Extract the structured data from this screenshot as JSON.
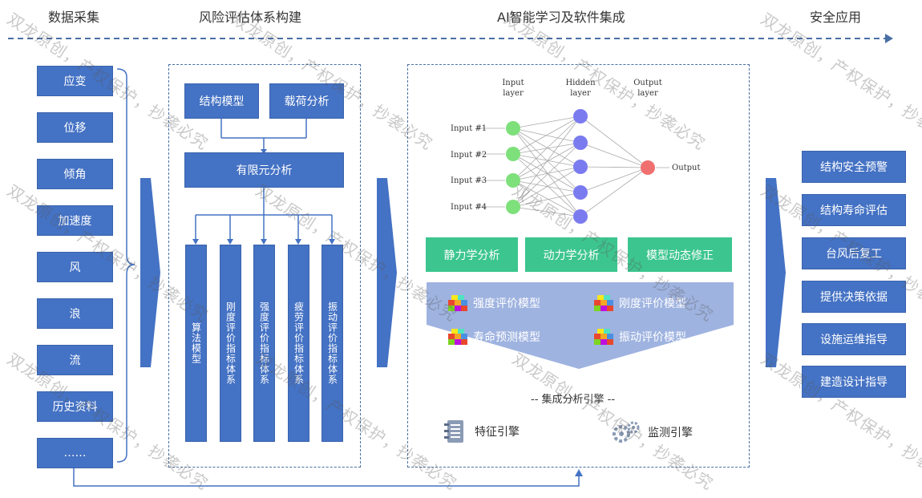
{
  "headers": {
    "data_collection": "数据采集",
    "risk_system": "风险评估体系构建",
    "ai_integration": "AI智能学习及软件集成",
    "safety_app": "安全应用"
  },
  "data_items": [
    "应变",
    "位移",
    "倾角",
    "加速度",
    "风",
    "浪",
    "流",
    "历史资料",
    "……"
  ],
  "risk": {
    "structure_model": "结构模型",
    "load_analysis": "载荷分析",
    "fem": "有限元分析",
    "vertical": [
      "算法模型",
      "刚度评价指标体系",
      "强度评价指标体系",
      "疲劳评价指标体系",
      "振动评价指标体系"
    ]
  },
  "ai": {
    "nn": {
      "input_layer": [
        "Input",
        "layer"
      ],
      "hidden_layer": [
        "Hidden",
        "layer"
      ],
      "output_layer": [
        "Output",
        "layer"
      ],
      "inputs": [
        "Input #1",
        "Input #2",
        "Input #3",
        "Input #4"
      ],
      "output": "Output"
    },
    "analyses": [
      "静力学分析",
      "动力学分析",
      "模型动态修正"
    ],
    "models": [
      "强度评价模型",
      "刚度评价模型",
      "寿命预测模型",
      "振动评价模型"
    ],
    "engine_title": "-- 集成分析引擎 --",
    "feature_engine": "特征引擎",
    "monitor_engine": "监测引擎"
  },
  "safety_items": [
    "结构安全预警",
    "结构寿命评估",
    "台风后复工",
    "提供决策依据",
    "设施运维指导",
    "建造设计指导"
  ],
  "watermark": "双龙原创，产权保护，抄袭必究",
  "colors": {
    "blue": "#4472c4",
    "green": "#3cc58f",
    "panel": "#9fb3e0",
    "dashed": "#4a6fa5",
    "nn_green": "#7ee07a",
    "nn_blue": "#7b7bf0",
    "nn_red": "#f07070"
  }
}
